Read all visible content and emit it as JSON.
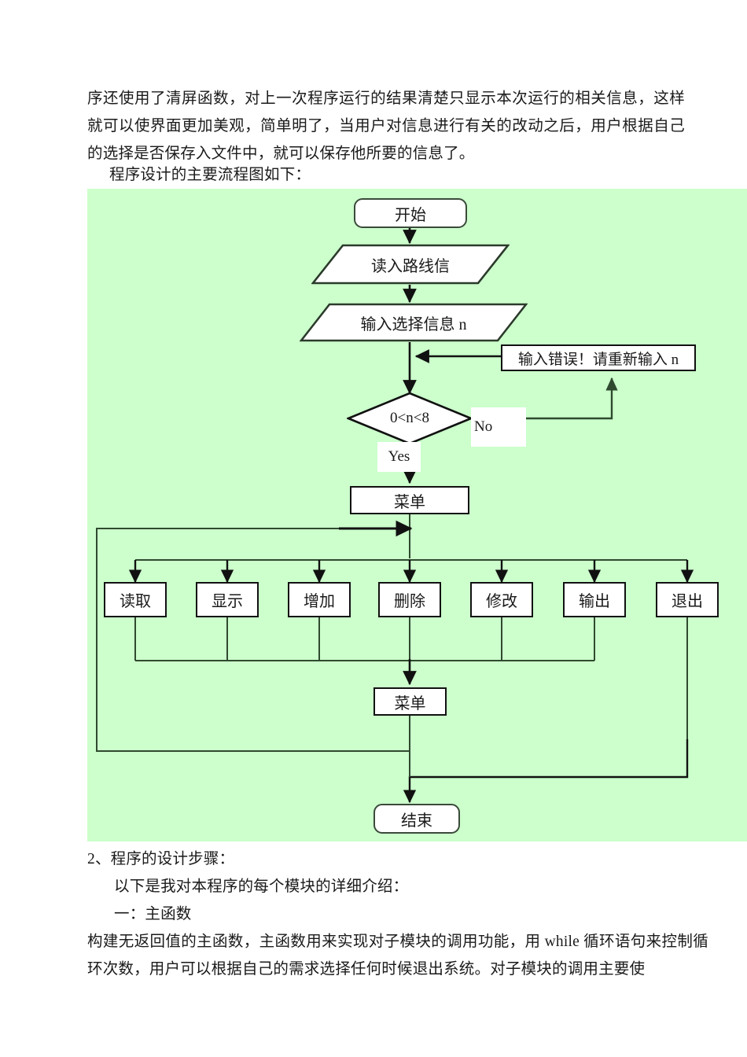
{
  "document": {
    "paragraphs": {
      "intro": "序还使用了清屏函数，对上一次程序运行的结果清楚只显示本次运行的相关信息，这样就可以使界面更加美观，简单明了，当用户对信息进行有关的改动之后，用户根据自己的选择是否保存入文件中，就可以保存他所要的信息了。",
      "caption": "程序设计的主要流程图如下：",
      "section_heading": "2、程序的设计步骤：",
      "section_line1": "以下是我对本程序的每个模块的详细介绍：",
      "section_line2": "一：主函数",
      "section_line3": "构建无返回值的主函数，主函数用来实现对子模块的调用功能，用 while 循环语句来控制循环次数，用户可以根据自己的需求选择任何时候退出系统。对子模块的调用主要使"
    }
  },
  "flowchart": {
    "background_color": "#ccffcc",
    "node_fill": "#ffffff",
    "line_color": "#111111",
    "nodes": {
      "start": "开始",
      "read_route": "读入路线信",
      "input_choice": "输入选择信息 n",
      "error_message": "输入错误！请重新输入 n",
      "decision": "0<n<8",
      "menu_top": "菜单",
      "menu_bottom": "菜单",
      "end": "结束"
    },
    "branch_labels": {
      "yes": "Yes",
      "no": "No"
    },
    "actions": [
      {
        "label": "读取"
      },
      {
        "label": "显示"
      },
      {
        "label": "增加"
      },
      {
        "label": "删除"
      },
      {
        "label": "修改"
      },
      {
        "label": "输出"
      },
      {
        "label": "退出"
      }
    ]
  }
}
